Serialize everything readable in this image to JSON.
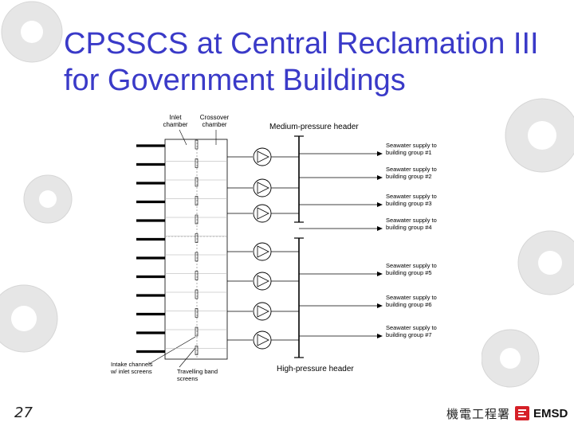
{
  "slide": {
    "title_line1": "CPSSCS at Central Reclamation III",
    "title_line2": "for Government Buildings",
    "number": "27"
  },
  "diagram": {
    "inlet_chamber": [
      "Inlet",
      "chamber"
    ],
    "crossover_chamber": [
      "Crossover",
      "chamber"
    ],
    "medium_pressure_header": "Medium-pressure header",
    "high_pressure_header": "High-pressure header",
    "intake_channels": [
      "Intake channels",
      "w/ inlet screens"
    ],
    "travelling_band_screens": [
      "Travelling band",
      "screens"
    ],
    "supply_line1": "Seawater supply to",
    "supply_groups": [
      "building group #1",
      "building group #2",
      "building group #3",
      "building group #4",
      "building group #5",
      "building group #6",
      "building group #7"
    ]
  },
  "logo": {
    "chinese": "機電工程署",
    "text": "EMSD",
    "brand_color": "#d62027"
  },
  "colors": {
    "title": "#3a3ac8",
    "background_gear": "#e4e4e4"
  }
}
